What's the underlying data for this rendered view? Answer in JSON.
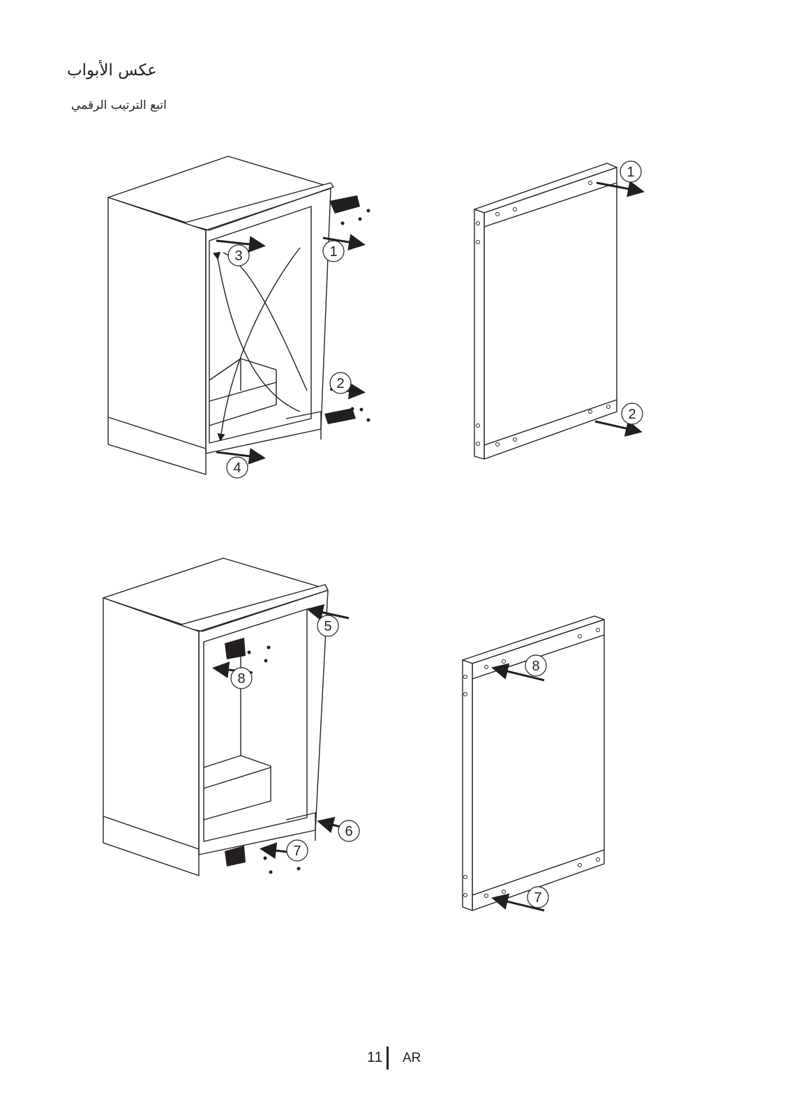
{
  "header": {
    "title": "عكس الأبواب",
    "subtitle": "اتبع الترتيب الرقمي"
  },
  "figure1": {
    "cabinet_steps": [
      "1",
      "2",
      "3",
      "4"
    ],
    "door_steps": [
      "1",
      "2"
    ]
  },
  "figure2": {
    "cabinet_steps": [
      "5",
      "6",
      "7",
      "8"
    ],
    "door_steps": [
      "8",
      "7"
    ]
  },
  "footer": {
    "page_number": "11",
    "language": "AR"
  }
}
